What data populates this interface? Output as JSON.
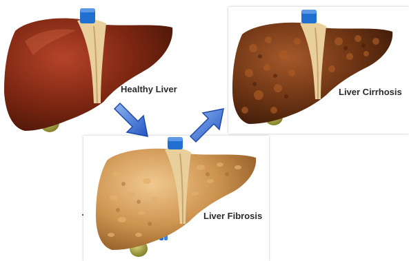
{
  "stages": [
    {
      "id": "healthy",
      "label": "Healthy Liver",
      "color": "#7a2510"
    },
    {
      "id": "fibrosis",
      "label": "Liver Fibrosis",
      "color": "#c38a48"
    },
    {
      "id": "cirrhosis",
      "label": "Liver Cirrhosis",
      "color": "#6e3514"
    }
  ],
  "arrows": [
    {
      "from": "healthy",
      "to": "fibrosis",
      "icon": "arrow-down-right-icon",
      "color": "#3d74d6"
    },
    {
      "from": "fibrosis",
      "to": "cirrhosis",
      "icon": "arrow-up-right-icon",
      "color": "#3d74d6"
    }
  ],
  "colors": {
    "vessel_blue": "#1f6fd1",
    "ligament": "#e8cf9c",
    "gallbladder": "#a8a53c"
  }
}
